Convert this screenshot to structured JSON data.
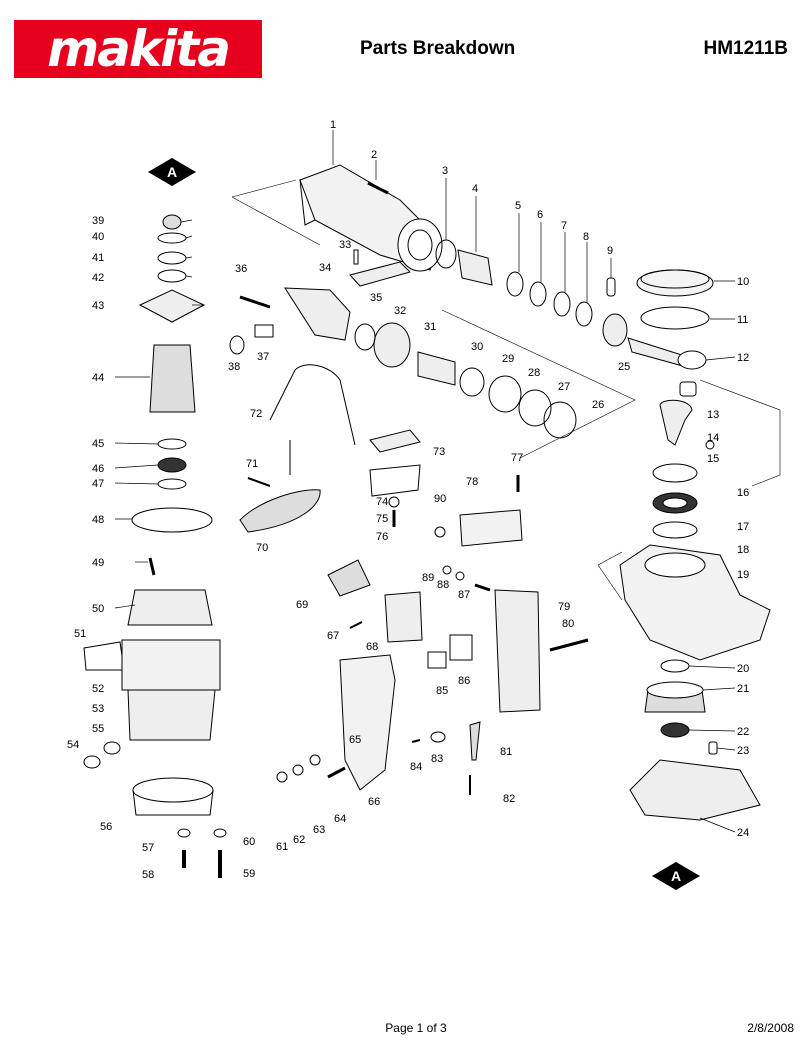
{
  "header": {
    "brand": "makita",
    "brand_color": "#e6001e",
    "title": "Parts Breakdown",
    "model": "HM1211B"
  },
  "markers": [
    "A",
    "A"
  ],
  "callouts": [
    "1",
    "2",
    "3",
    "4",
    "5",
    "6",
    "7",
    "8",
    "9",
    "10",
    "11",
    "12",
    "13",
    "14",
    "15",
    "16",
    "17",
    "18",
    "19",
    "20",
    "21",
    "22",
    "23",
    "24",
    "25",
    "26",
    "27",
    "28",
    "29",
    "30",
    "31",
    "32",
    "33",
    "34",
    "35",
    "36",
    "37",
    "38",
    "39",
    "40",
    "41",
    "42",
    "43",
    "44",
    "45",
    "46",
    "47",
    "48",
    "49",
    "50",
    "51",
    "52",
    "53",
    "54",
    "55",
    "56",
    "57",
    "58",
    "59",
    "60",
    "61",
    "62",
    "63",
    "64",
    "65",
    "66",
    "67",
    "68",
    "69",
    "70",
    "71",
    "72",
    "73",
    "74",
    "75",
    "76",
    "77",
    "78",
    "79",
    "80",
    "81",
    "82",
    "83",
    "84",
    "85",
    "86",
    "87",
    "88",
    "89",
    "90"
  ],
  "footer": {
    "page": "Page 1 of 3",
    "date": "2/8/2008"
  }
}
